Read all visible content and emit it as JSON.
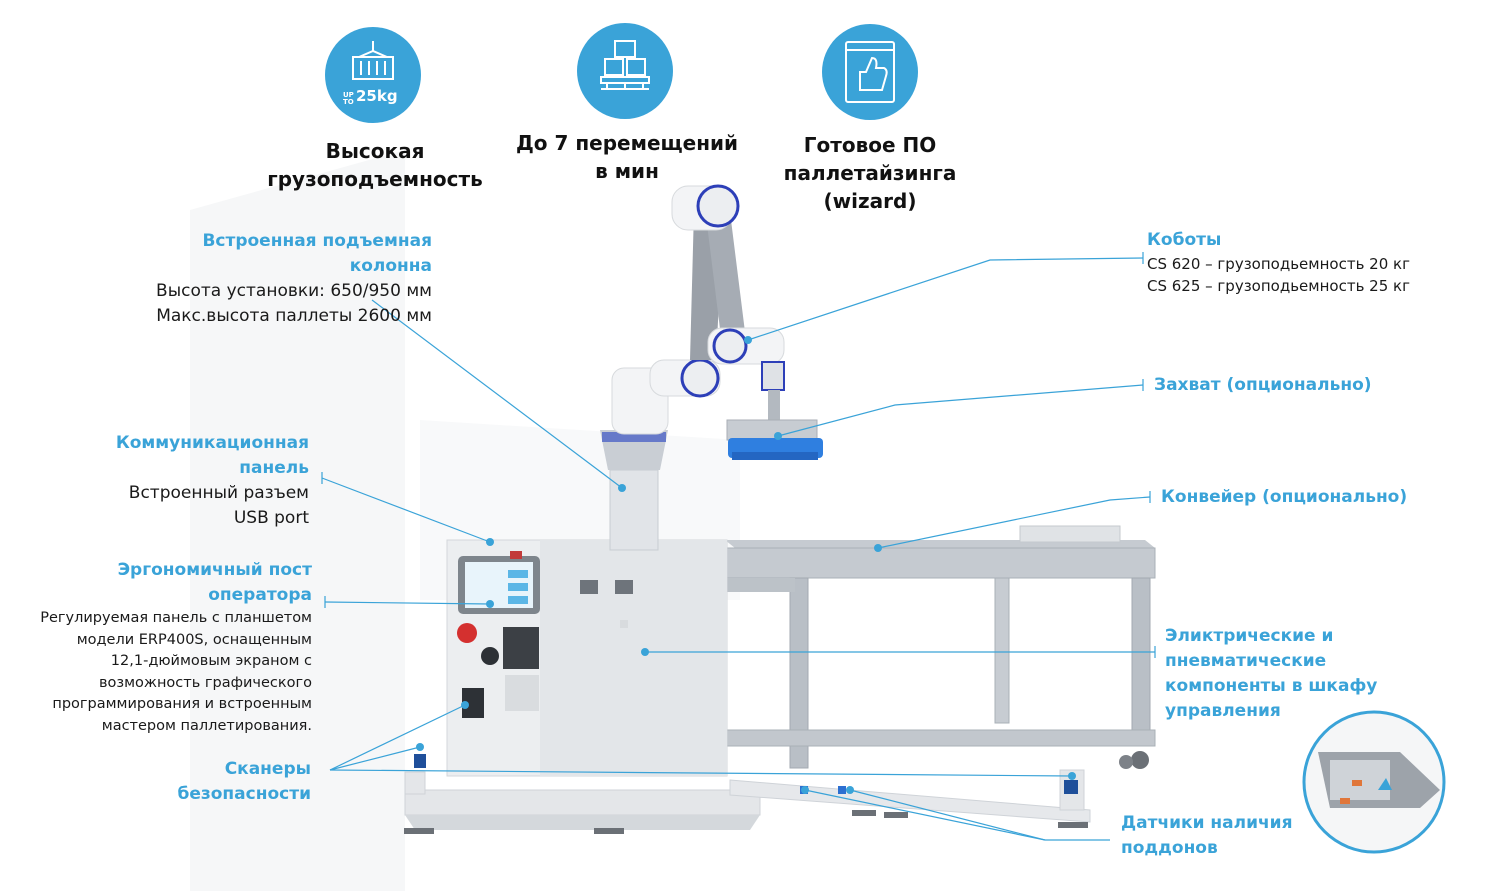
{
  "features": [
    {
      "icon": "container-lift-icon",
      "badge_small": "UP TO",
      "badge_value": "25kg",
      "lines": [
        "Высокая",
        "грузоподъемность"
      ]
    },
    {
      "icon": "pallet-boxes-icon",
      "lines": [
        "До 7 перемещений",
        "в мин"
      ]
    },
    {
      "icon": "thumbs-up-tablet-icon",
      "lines": [
        "Готовое ПО",
        "паллетайзинга",
        "(wizard)"
      ]
    }
  ],
  "callouts": {
    "lift_column": {
      "title": [
        "Встроенная подъемная",
        "колонна"
      ],
      "body": [
        "Высота установки: 650/950 мм",
        "Макс.высота паллеты 2600 мм"
      ]
    },
    "comm_panel": {
      "title": [
        "Коммуникационная",
        "панель"
      ],
      "body": [
        "Встроенный разъем",
        "USB port"
      ]
    },
    "operator_post": {
      "title": [
        "Эргономичный пост",
        "оператора"
      ],
      "body": [
        "Регулируемая панель с планшетом",
        "модели ERP400S, оснащенным",
        "12,1-дюймовым экраном с",
        "возможность графического",
        "программирования и встроенным",
        "мастером паллетирования."
      ]
    },
    "safety_scanners": {
      "title": [
        "Сканеры",
        "безопасности"
      ]
    },
    "cobots": {
      "title": [
        "Коботы"
      ],
      "body": [
        "CS 620 – грузоподьемность 20 кг",
        "CS 625 – грузоподьемность 25 кг"
      ]
    },
    "gripper": {
      "title": [
        "Захват (опционально)"
      ]
    },
    "conveyor": {
      "title": [
        "Конвейер (опционально)"
      ]
    },
    "electrical": {
      "title": [
        "Эликтрические и",
        "пневматические",
        "компоненты в шкафу",
        "управления"
      ]
    },
    "pallet_sensors": {
      "title": [
        "Датчики наличия",
        "поддонов"
      ]
    }
  },
  "colors": {
    "accent": "#3aa3d8",
    "text": "#1a1a1a",
    "machine": "#e9ebee",
    "frame": "#b9bfc6",
    "gripper_pad": "#2f7fe0",
    "arm_ring": "#2d3fb8"
  }
}
